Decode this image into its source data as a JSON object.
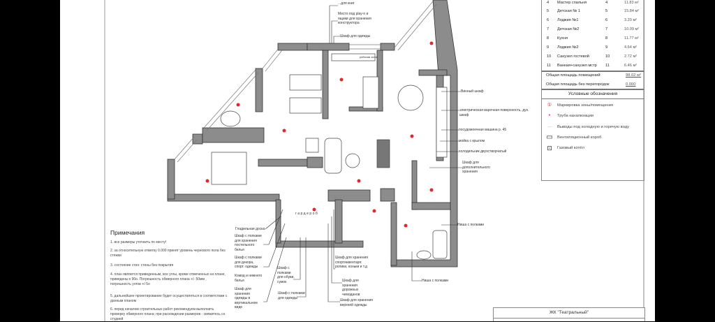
{
  "room_table": {
    "rows": [
      {
        "num": "4",
        "name": "Мастер спальня",
        "code": "4",
        "area": "11.83 м²"
      },
      {
        "num": "5",
        "name": "Детская № 1",
        "code": "5",
        "area": "15.84 м²"
      },
      {
        "num": "6",
        "name": "Лоджия №1",
        "code": "6",
        "area": "3.20 м²"
      },
      {
        "num": "7",
        "name": "Детская №2",
        "code": "7",
        "area": "10.09 м²"
      },
      {
        "num": "8",
        "name": "Кухня",
        "code": "8",
        "area": "11.77 м²"
      },
      {
        "num": "9",
        "name": "Лоджия №2",
        "code": "9",
        "area": "4.64 м²"
      },
      {
        "num": "10",
        "name": "Санузел гостевой",
        "code": "10",
        "area": "2.72 м²"
      },
      {
        "num": "11",
        "name": "Ванная+санузел мстр",
        "code": "11",
        "area": "6.46 м²"
      }
    ],
    "total_label": "Общая площадь помещений",
    "total_value": "98.02 м²",
    "total_no_walls_label": "Общая площадь без перегородок",
    "total_no_walls_value": "0.000"
  },
  "legend": {
    "title": "Условные обозначения",
    "items": [
      {
        "icon": "room-marker-icon",
        "symbol": "①",
        "label": "Маркировка зоны/помещения",
        "color": "#e0282e"
      },
      {
        "icon": "sewer-pipe-icon",
        "symbol": "•",
        "label": "Труба канализации",
        "color": "#e0282e"
      },
      {
        "icon": "water-outlet-icon",
        "symbol": "—",
        "label": "Выводы под холодную и горячую воду",
        "color": "#cccccc"
      },
      {
        "icon": "ventilation-box-icon",
        "symbol": "▭",
        "label": "Вентиляционный короб",
        "color": "#222222"
      },
      {
        "icon": "gas-boiler-icon",
        "symbol": "⊡",
        "label": "Газовый котёл",
        "color": "#222222"
      }
    ]
  },
  "notes": {
    "title": "Примечания",
    "items": [
      "1. все размеры уточнить по месту!",
      "2. за относительную отметку 0.000 принят уровень чернового пола без стяжки",
      "3. состояние стен: стены без покрытия",
      "4. план является приведенным, все углы, кроме отмеченных на плане, приведены к 90о. Погрешность обмерного плана +/- 50мм , погрешность углов +/-5о",
      "5. дальнейшее проектирование будет осуществляться в соответствии с данным планом",
      "6. перед началом строительных работ рекомендуем выполнить проверку обмерного плана; при расхождении размеров - свяжитесь со студией"
    ]
  },
  "annotations": {
    "books": "...для книг",
    "playn": "Место под play-n и ящики для хранения конструктора",
    "wardrobe_top": "Шкаф для одежды",
    "desk": "рабочая зона",
    "wine": "Винный шкаф",
    "hob": "электрическая варочная поверхность, дух. шкаф",
    "dishwasher": "посудомоечная машина р. 45",
    "sink": "мойка с крылом",
    "fridge": "холодильник двухстворчатый",
    "extra_storage": "Шкаф для дополнительного хранения",
    "niche1": "Ниша с полками",
    "niche2": "Ниша с полками",
    "wardrobe_room": "гардероб",
    "ironing": "Гладильная доска",
    "linen": "Шкаф с полками для хранения постельного белья",
    "decor": "Шкаф с полками для декора, спорт. одежды",
    "dresser": "Комод и нижнего белья",
    "vertical": "Шкаф для хранения одежды в вертикальном виде",
    "shoes": "Шкаф с полками для обуви, сумок",
    "clothes": "Шкаф с полками для одежды",
    "sport": "Шкаф для хранения спортинвентаря: ролики, коньки и т.д",
    "suitcases": "Шкаф для хранения дорожных чемоданов",
    "outerwear": "Шкаф для хранения верхней одежды"
  },
  "title_block": {
    "project": "ЖК \"Театральный\""
  },
  "colors": {
    "wall": "#8c8c8c",
    "marker": "#e0282e",
    "background": "#000000",
    "sheet": "#ffffff"
  }
}
